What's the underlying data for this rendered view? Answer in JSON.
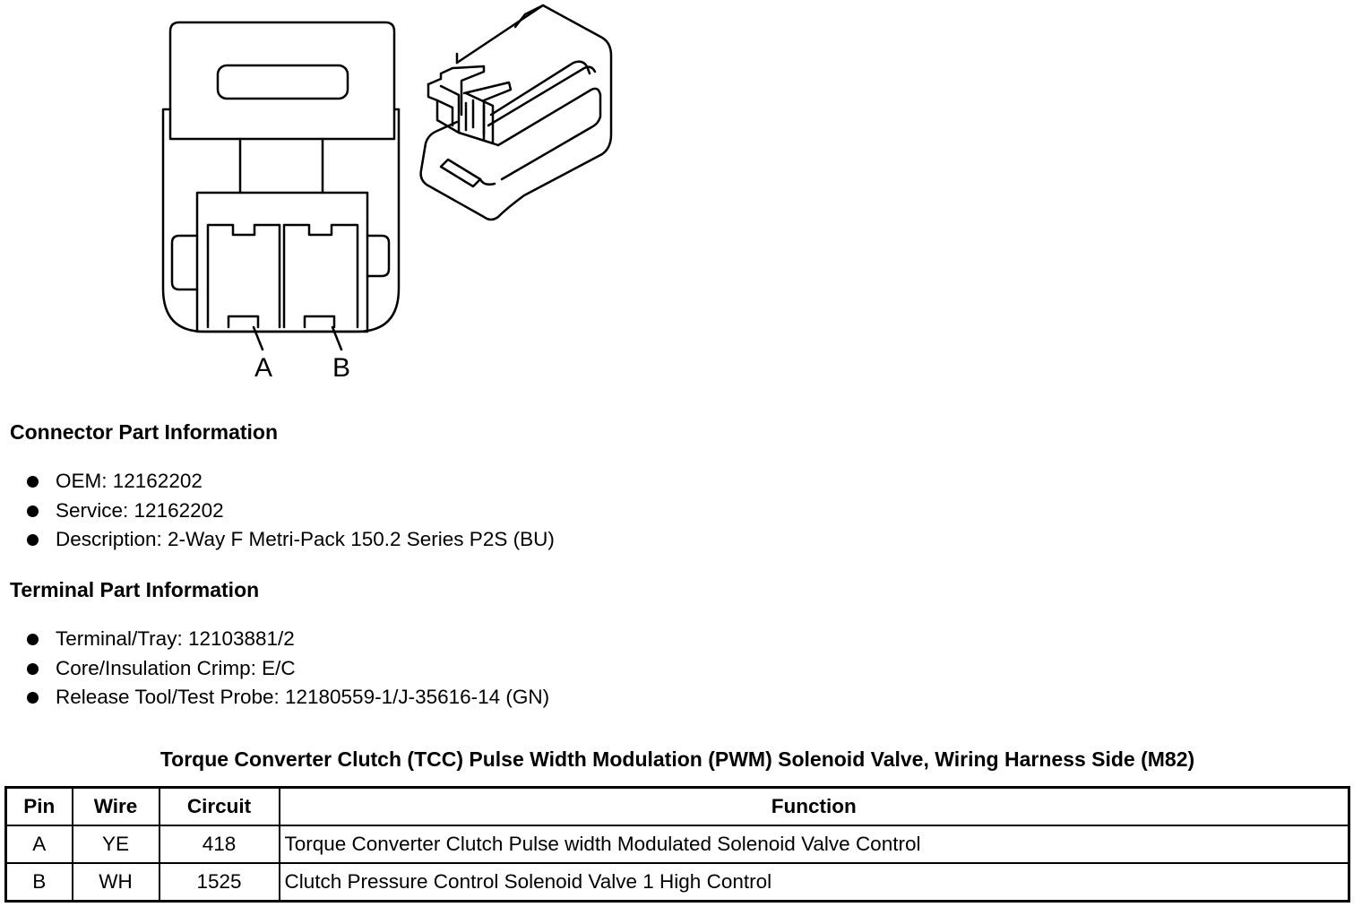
{
  "diagram": {
    "pin_labels": [
      "A",
      "B"
    ]
  },
  "connector_section": {
    "title": "Connector Part Information",
    "items": [
      "OEM: 12162202",
      "Service: 12162202",
      "Description: 2-Way F Metri-Pack 150.2 Series P2S (BU)"
    ]
  },
  "terminal_section": {
    "title": "Terminal Part Information",
    "items": [
      "Terminal/Tray: 12103881/2",
      "Core/Insulation Crimp: E/C",
      "Release Tool/Test Probe: 12180559-1/J-35616-14 (GN)"
    ]
  },
  "table": {
    "caption": "Torque Converter Clutch (TCC) Pulse Width Modulation (PWM) Solenoid Valve, Wiring Harness Side (M82)",
    "headers": [
      "Pin",
      "Wire",
      "Circuit",
      "Function"
    ],
    "rows": [
      [
        "A",
        "YE",
        "418",
        "Torque Converter Clutch Pulse width Modulated Solenoid Valve Control"
      ],
      [
        "B",
        "WH",
        "1525",
        "Clutch Pressure Control Solenoid Valve 1 High Control"
      ]
    ]
  }
}
